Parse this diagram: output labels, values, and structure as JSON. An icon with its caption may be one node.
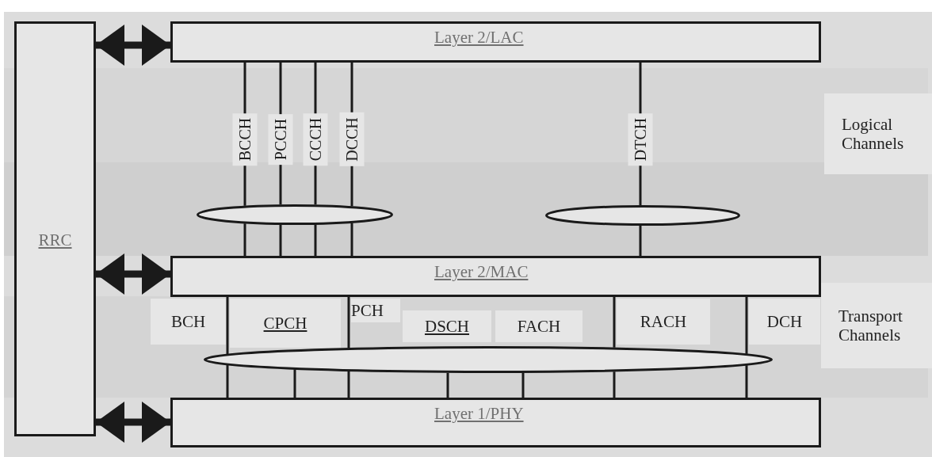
{
  "diagram": {
    "nodes": [
      {
        "text": [
          "RRC"
        ]
      },
      {
        "text": [
          "Layer 2/LAC"
        ]
      },
      {
        "text": [
          "Layer 2/MAC"
        ]
      },
      {
        "text": [
          "Layer 1/PHY"
        ]
      },
      {
        "text": [],
        "shape": "ellipse"
      },
      {
        "text": [],
        "shape": "ellipse"
      },
      {
        "text": [],
        "shape": "ellipse"
      }
    ],
    "edges": [
      {
        "from": 0,
        "to": 1,
        "arrow": "both",
        "style": "thick"
      },
      {
        "from": 0,
        "to": 2,
        "arrow": "both",
        "style": "thick"
      },
      {
        "from": 0,
        "to": 3,
        "arrow": "both",
        "style": "thick"
      },
      {
        "from": 1,
        "to": 4,
        "arrow": "none",
        "label": "BCCH"
      },
      {
        "from": 1,
        "to": 4,
        "arrow": "none",
        "label": "PCCH"
      },
      {
        "from": 1,
        "to": 4,
        "arrow": "none",
        "label": "CCCH"
      },
      {
        "from": 1,
        "to": 4,
        "arrow": "none",
        "label": "DCCH"
      },
      {
        "from": 1,
        "to": 5,
        "arrow": "none",
        "label": "DTCH"
      },
      {
        "from": 4,
        "to": 2,
        "arrow": "none"
      },
      {
        "from": 4,
        "to": 2,
        "arrow": "none"
      },
      {
        "from": 4,
        "to": 2,
        "arrow": "none"
      },
      {
        "from": 4,
        "to": 2,
        "arrow": "none"
      },
      {
        "from": 5,
        "to": 2,
        "arrow": "none"
      },
      {
        "from": 2,
        "to": 6,
        "arrow": "none"
      },
      {
        "from": 2,
        "to": 6,
        "arrow": "none"
      },
      {
        "from": 2,
        "to": 6,
        "arrow": "none"
      },
      {
        "from": 2,
        "to": 6,
        "arrow": "none"
      },
      {
        "from": 6,
        "to": 3,
        "arrow": "none"
      },
      {
        "from": 6,
        "to": 3,
        "arrow": "none"
      },
      {
        "from": 6,
        "to": 3,
        "arrow": "none"
      },
      {
        "from": 6,
        "to": 3,
        "arrow": "none"
      },
      {
        "from": 6,
        "to": 3,
        "arrow": "none"
      },
      {
        "from": 6,
        "to": 3,
        "arrow": "none"
      },
      {
        "from": 6,
        "to": 3,
        "arrow": "none"
      }
    ],
    "labels": [
      "Logical Channels",
      "BCH",
      "CPCH",
      "PCH",
      "DSCH",
      "FACH",
      "RACH",
      "DCH",
      "Transport Channels"
    ]
  }
}
